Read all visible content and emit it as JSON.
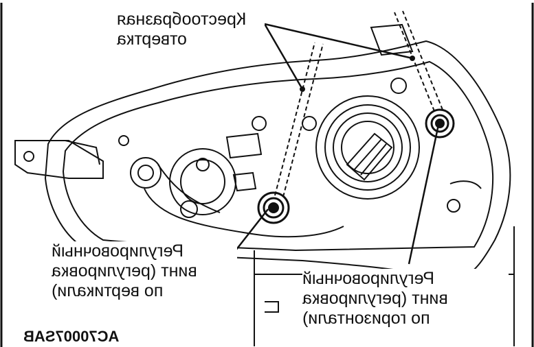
{
  "labels": {
    "screwdriver_line1": "Крестообразная",
    "screwdriver_line2": "отвертка",
    "vertical_line1": "Регулировочный",
    "vertical_line2": "винт (регулировка",
    "vertical_line3": "по вертикали)",
    "horizontal_line1": "Регулировочный",
    "horizontal_line2": "винт (регулировка",
    "horizontal_line3": "по горизонтали)"
  },
  "figure_code": "AC70007SAB",
  "colors": {
    "line": "#111111",
    "background": "#ffffff"
  }
}
